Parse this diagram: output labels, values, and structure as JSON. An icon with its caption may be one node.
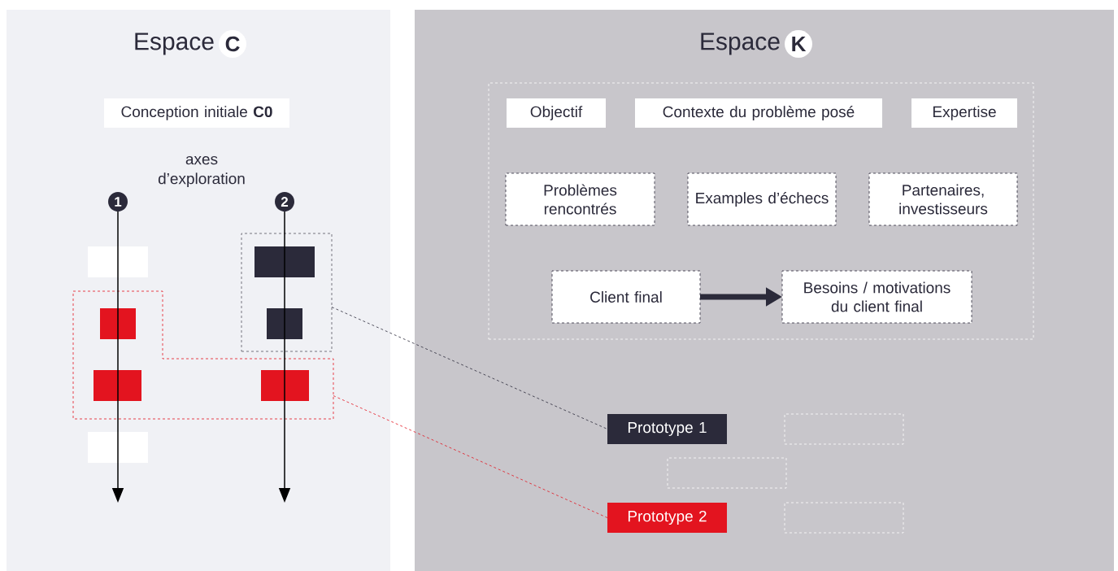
{
  "diagram": {
    "nodes": [
      {
        "text": [
          "Espace",
          "C"
        ]
      },
      {
        "text": [
          "Conception initiale **C0**"
        ],
        "in": 0
      },
      {
        "text": [
          "1"
        ],
        "in": 0
      },
      {
        "text": [
          "2"
        ],
        "in": 0
      },
      {
        "text": [],
        "shape": "box",
        "in": 0
      },
      {
        "text": [],
        "shape": "box",
        "in": 0
      },
      {
        "text": [],
        "shape": "box",
        "in": 5
      },
      {
        "text": [],
        "shape": "box",
        "in": 0
      },
      {
        "text": [],
        "shape": "box",
        "in": 7
      },
      {
        "text": [],
        "shape": "box",
        "in": 5
      },
      {
        "text": [],
        "shape": "box",
        "in": 7
      },
      {
        "text": [],
        "shape": "box",
        "in": 7
      },
      {
        "text": [],
        "shape": "box",
        "in": 0
      },
      {
        "text": [
          "Espace",
          "K"
        ]
      },
      {
        "text": [],
        "shape": "box",
        "in": 13
      },
      {
        "text": [
          "Objectif"
        ],
        "in": 14
      },
      {
        "text": [
          "Contexte du problème posé"
        ],
        "in": 14
      },
      {
        "text": [
          "Expertise"
        ],
        "in": 14
      },
      {
        "text": [
          "Problèmes rencontrés"
        ],
        "in": 14
      },
      {
        "text": [
          "Examples d’échecs"
        ],
        "in": 14
      },
      {
        "text": [
          "Partenaires, investisseurs"
        ],
        "in": 14
      },
      {
        "text": [
          "Client final"
        ],
        "in": 14
      },
      {
        "text": [
          "Besoins / motivations du client final"
        ],
        "in": 14
      },
      {
        "text": [
          "Prototype 1"
        ],
        "in": 13
      },
      {
        "text": [],
        "shape": "box",
        "in": 13
      },
      {
        "text": [],
        "shape": "box",
        "in": 13
      },
      {
        "text": [
          "Prototype 2"
        ],
        "in": 13
      },
      {
        "text": [],
        "shape": "box",
        "in": 13
      }
    ],
    "edges": [
      {
        "from": 2,
        "to": null,
        "arrow": "to"
      },
      {
        "from": 3,
        "to": null,
        "arrow": "to"
      },
      {
        "from": 5,
        "to": 23,
        "arrow": "none",
        "style": "dashed",
        "color": "#2b2a3a"
      },
      {
        "from": 7,
        "to": 26,
        "arrow": "none",
        "style": "dashed",
        "color": "#e3141f"
      },
      {
        "from": 21,
        "to": 22,
        "arrow": "to",
        "style": "thick",
        "color": "#2b2a3a"
      }
    ],
    "labels": [
      "axes d’exploration"
    ]
  }
}
